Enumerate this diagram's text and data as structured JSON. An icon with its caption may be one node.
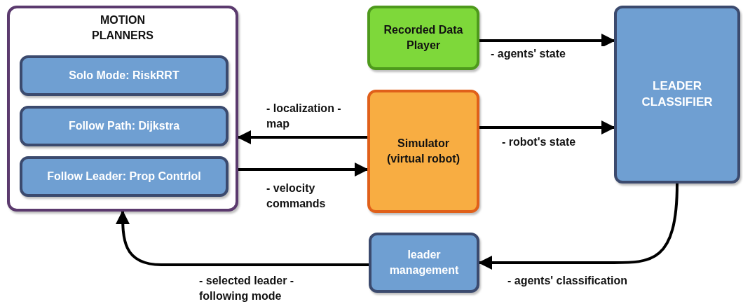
{
  "diagram": {
    "nodes": [
      {
        "text": [
          "MOTION PLANNERS"
        ]
      },
      {
        "text": [
          "Solo Mode: RiskRRT"
        ],
        "in": 0
      },
      {
        "text": [
          "Follow Path: Dijkstra"
        ],
        "in": 0
      },
      {
        "text": [
          "Follow Leader: Prop Contrlol"
        ],
        "in": 0
      },
      {
        "text": [
          "Recorded Data Player"
        ]
      },
      {
        "text": [
          "Simulator (virtual robot)"
        ]
      },
      {
        "text": [
          "LEADER CLASSIFIER"
        ]
      },
      {
        "text": [
          "leader management"
        ]
      }
    ],
    "edges": [
      {
        "from": 4,
        "to": 6,
        "arrow": "to",
        "label": "- agents' state"
      },
      {
        "from": 5,
        "to": 0,
        "arrow": "to",
        "label": "- localization - map"
      },
      {
        "from": 0,
        "to": 5,
        "arrow": "to",
        "label": "- velocity commands"
      },
      {
        "from": 5,
        "to": 6,
        "arrow": "to",
        "label": "- robot's state"
      },
      {
        "from": 6,
        "to": 7,
        "arrow": "to",
        "label": "- agents' classification"
      },
      {
        "from": 7,
        "to": 0,
        "arrow": "to",
        "label": "- selected leader - following mode"
      }
    ]
  }
}
